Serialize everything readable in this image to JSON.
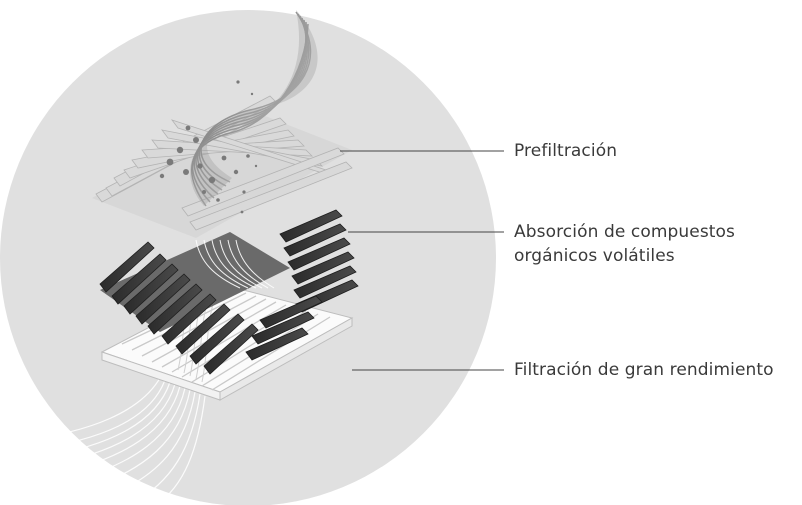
{
  "labels": {
    "prefilter": "Prefiltración",
    "absorption_line1": "Absorción de compuestos",
    "absorption_line2": "orgánicos volátiles",
    "hepa": "Filtración de gran rendimiento"
  },
  "colors": {
    "background_disc": "#e0e0e0",
    "prefilter_layer": "#d6d6d6",
    "carbon_layer": "#3a3a3a",
    "hepa_layer": "#fbfbfb",
    "smoke": "#8a8a8a",
    "leader_line": "#444444",
    "label_text": "#3a3a3a"
  }
}
